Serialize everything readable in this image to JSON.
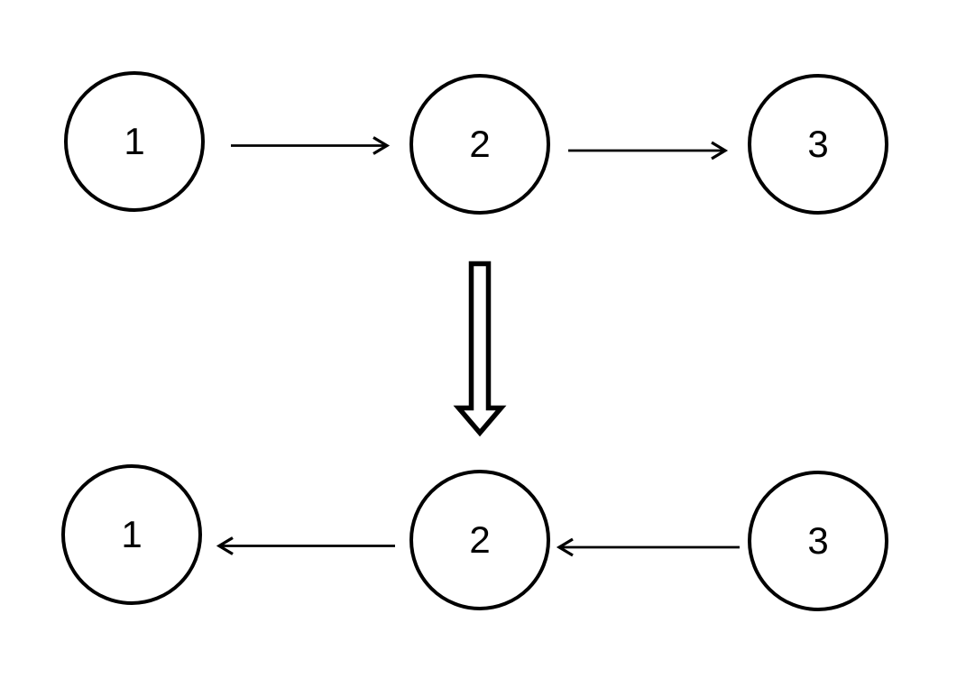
{
  "diagram": {
    "background_color": "#ffffff",
    "stroke_color": "#000000",
    "rows": {
      "top": {
        "nodes": [
          {
            "label": "1"
          },
          {
            "label": "2"
          },
          {
            "label": "3"
          }
        ],
        "edges": [
          {
            "from": "1",
            "to": "2",
            "direction": "right"
          },
          {
            "from": "2",
            "to": "3",
            "direction": "right"
          }
        ]
      },
      "bottom": {
        "nodes": [
          {
            "label": "1"
          },
          {
            "label": "2"
          },
          {
            "label": "3"
          }
        ],
        "edges": [
          {
            "from": "3",
            "to": "2",
            "direction": "left"
          },
          {
            "from": "2",
            "to": "1",
            "direction": "left"
          }
        ]
      }
    },
    "transform_arrow": {
      "style": "hollow-outline",
      "direction": "down"
    }
  }
}
